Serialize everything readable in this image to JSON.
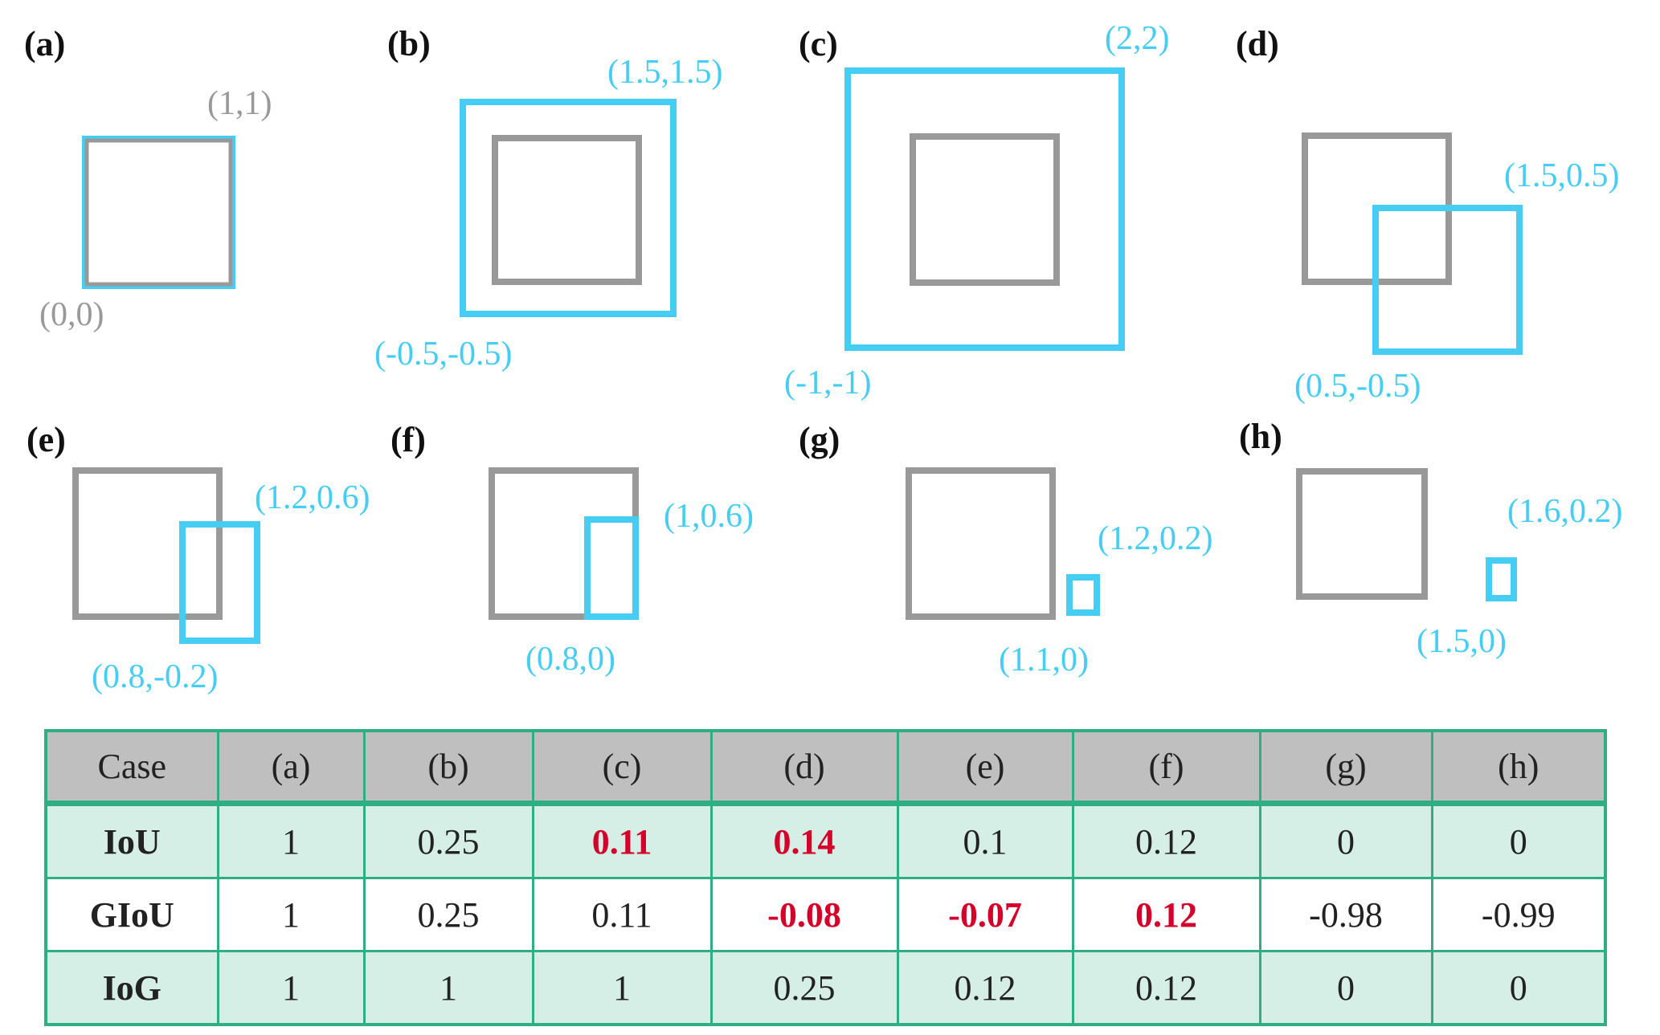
{
  "colors": {
    "gt_box": "#999999",
    "pred_box": "#45CDF3",
    "table_border": "#2fae84",
    "header_fill": "#bfbfbf",
    "row_shade": "#d5efe6",
    "highlight": "#d5002a"
  },
  "panels": [
    {
      "label": "(a)",
      "coords": [
        "(1,1)",
        "(0,0)"
      ]
    },
    {
      "label": "(b)",
      "coords": [
        "(1.5,1.5)",
        "(-0.5,-0.5)"
      ]
    },
    {
      "label": "(c)",
      "coords": [
        "(2,2)",
        "(-1,-1)"
      ]
    },
    {
      "label": "(d)",
      "coords": [
        "(1.5,0.5)",
        "(0.5,-0.5)"
      ]
    },
    {
      "label": "(e)",
      "coords": [
        "(1.2,0.6)",
        "(0.8,-0.2)"
      ]
    },
    {
      "label": "(f)",
      "coords": [
        "(1,0.6)",
        "(0.8,0)"
      ]
    },
    {
      "label": "(g)",
      "coords": [
        "(1.2,0.2)",
        "(1.1,0)"
      ]
    },
    {
      "label": "(h)",
      "coords": [
        "(1.6,0.2)",
        "(1.5,0)"
      ]
    }
  ],
  "table": {
    "header": [
      "Case",
      "(a)",
      "(b)",
      "(c)",
      "(d)",
      "(e)",
      "(f)",
      "(g)",
      "(h)"
    ],
    "rows": [
      {
        "metric": "IoU",
        "values": [
          "1",
          "0.25",
          "0.11",
          "0.14",
          "0.1",
          "0.12",
          "0",
          "0"
        ]
      },
      {
        "metric": "GIoU",
        "values": [
          "1",
          "0.25",
          "0.11",
          "-0.08",
          "-0.07",
          "0.12",
          "-0.98",
          "-0.99"
        ]
      },
      {
        "metric": "IoG",
        "values": [
          "1",
          "1",
          "1",
          "0.25",
          "0.12",
          "0.12",
          "0",
          "0"
        ]
      }
    ]
  }
}
